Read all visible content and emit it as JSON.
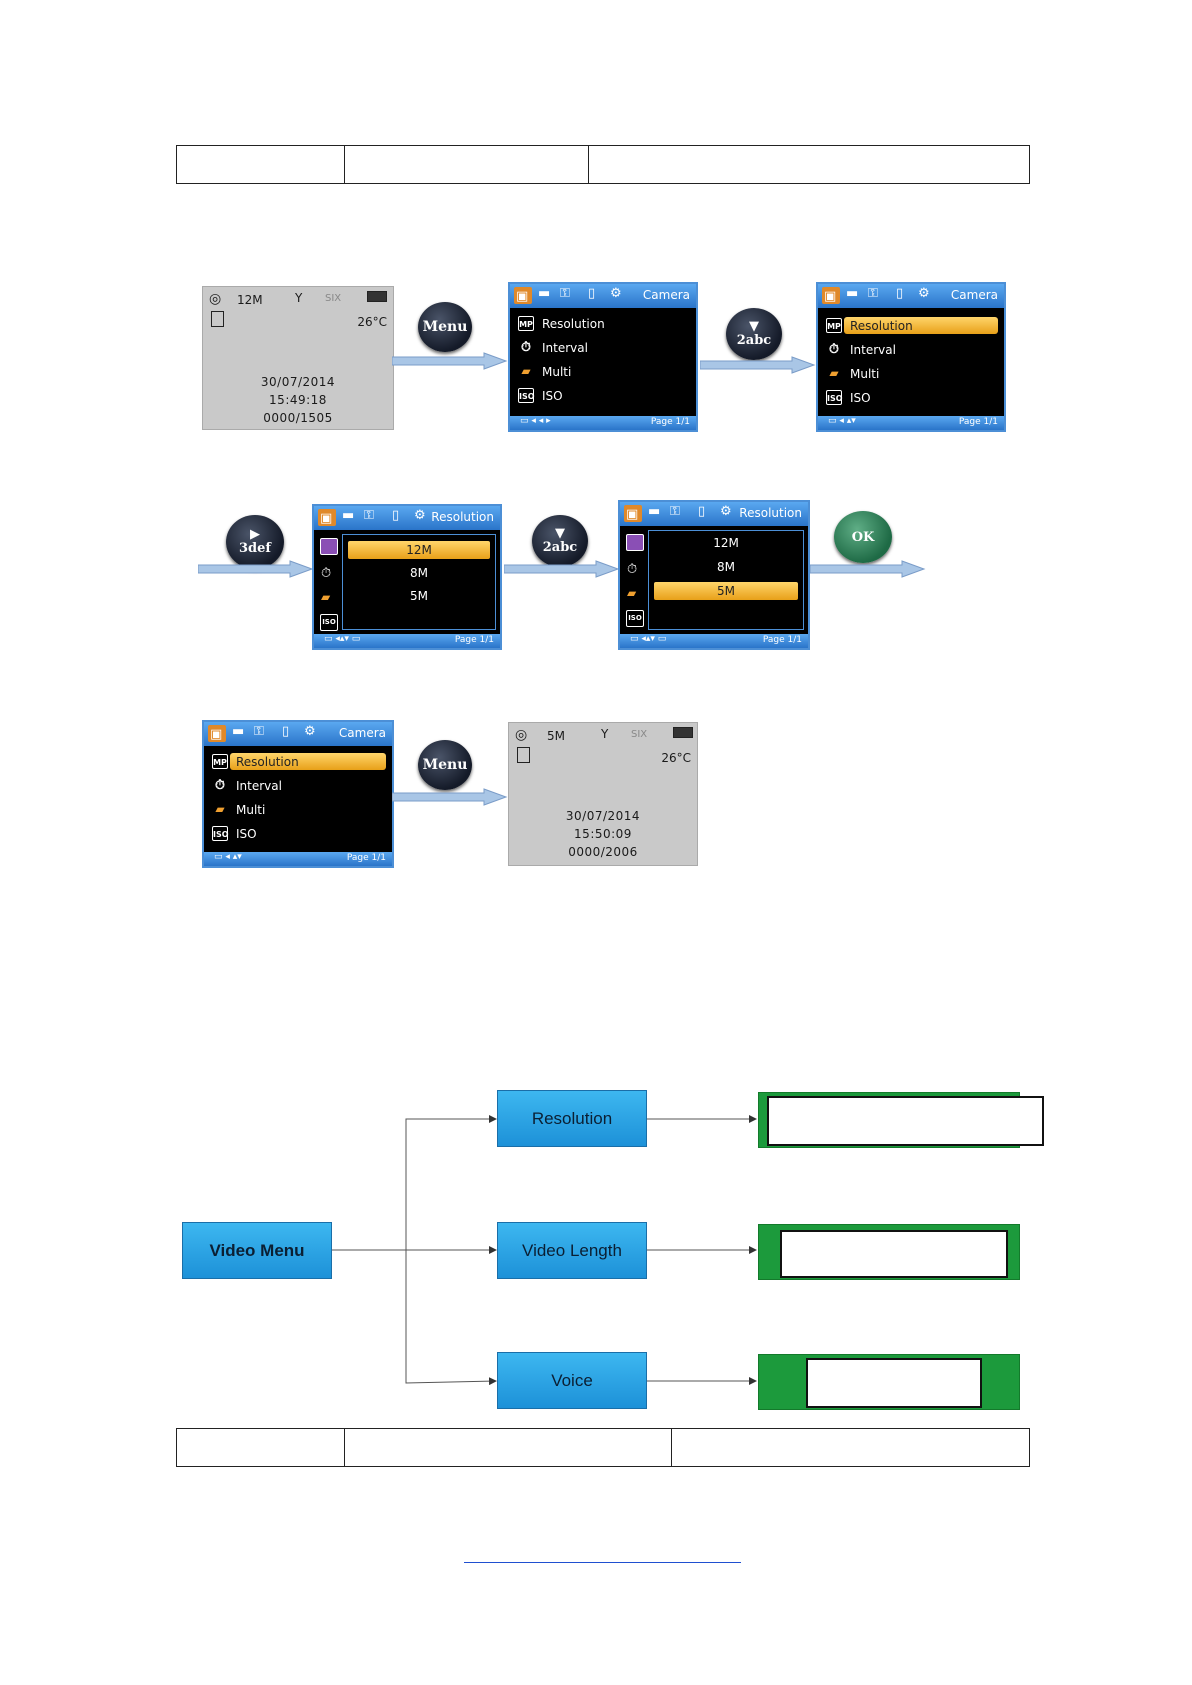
{
  "screens": {
    "camera_status_1": {
      "resolution": "12M",
      "signal": "SIX",
      "temp": "26°C",
      "date": "30/07/2014",
      "time": "15:49:18",
      "count": "0000/1505"
    },
    "camera_status_2": {
      "resolution": "5M",
      "signal": "SIX",
      "temp": "26°C",
      "date": "30/07/2014",
      "time": "15:50:09",
      "count": "0000/2006"
    },
    "camera_menu": {
      "title": "Camera",
      "items": [
        "Resolution",
        "Interval",
        "Multi",
        "ISO"
      ],
      "item_icons": [
        "MP",
        "⏱",
        "▰",
        "ISO"
      ],
      "page": "Page 1/1"
    },
    "resolution_menu": {
      "title": "Resolution",
      "options": [
        "12M",
        "8M",
        "5M"
      ],
      "page": "Page 1/1"
    }
  },
  "buttons": {
    "menu": "Menu",
    "down": "2abc",
    "right": "3def",
    "ok": "OK"
  },
  "flow": {
    "root": "Video Menu",
    "children": [
      "Resolution",
      "Video Length",
      "Voice"
    ]
  }
}
